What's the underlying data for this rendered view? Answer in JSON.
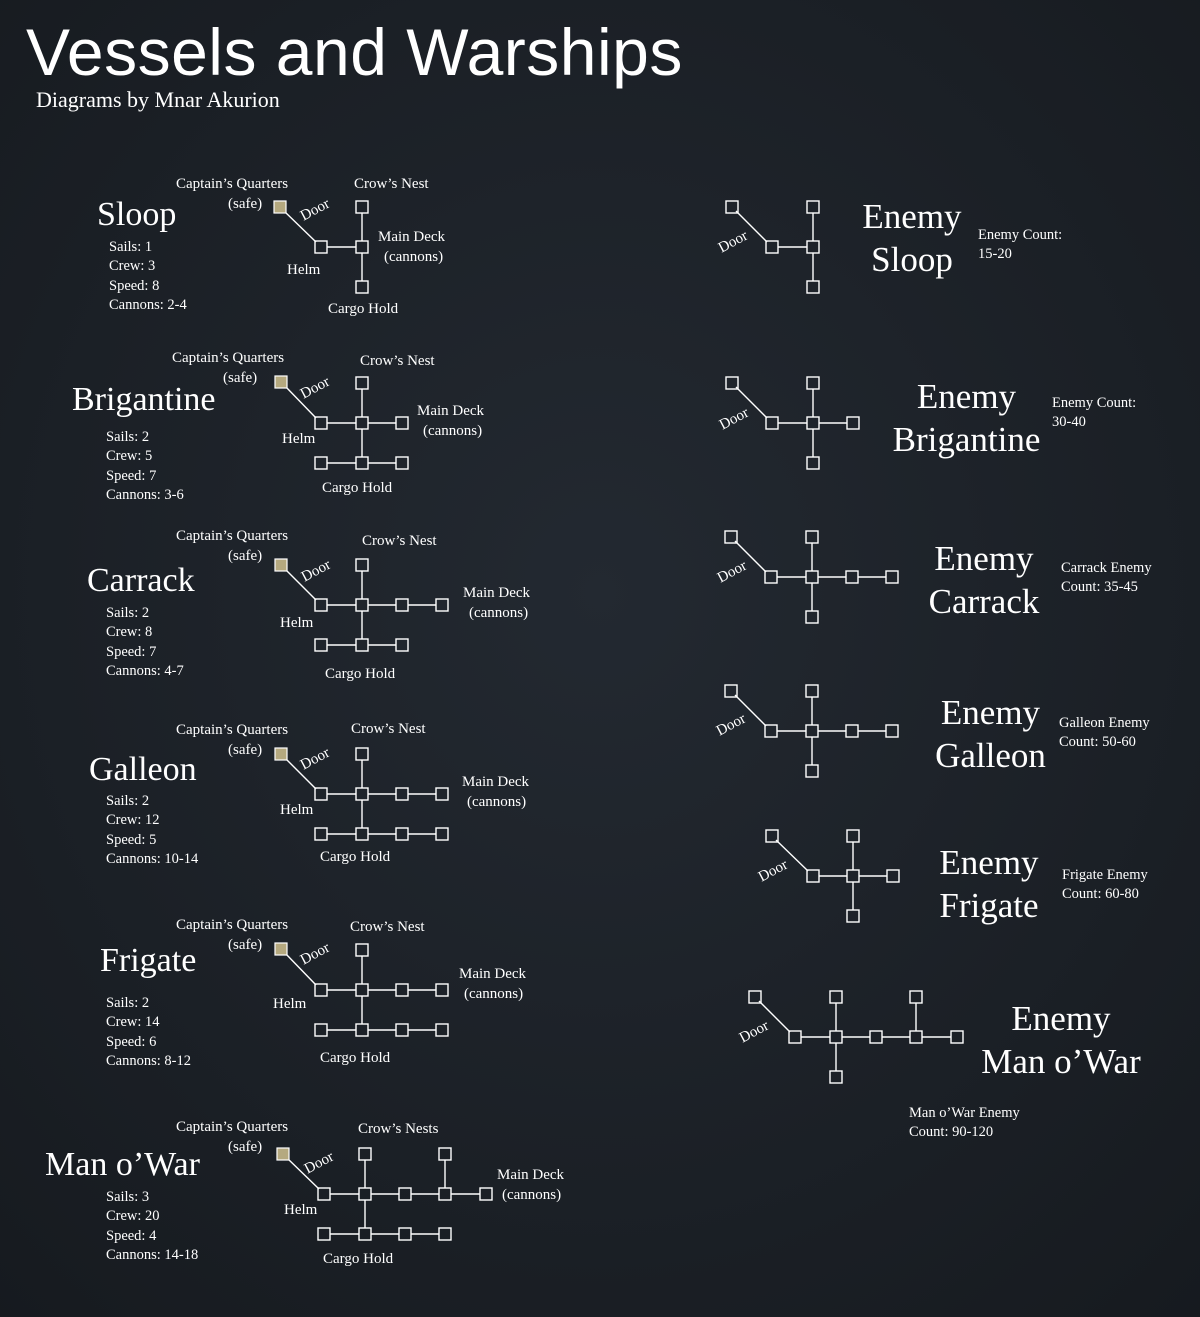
{
  "title": "Vessels and Warships",
  "subtitle": "Diagrams by Mnar Akurion",
  "labels": {
    "captains_quarters": "Captain’s Quarters",
    "safe": "(safe)",
    "door": "Door",
    "crows_nest": "Crow’s Nest",
    "crows_nests": "Crow’s Nests",
    "main_deck": "Main Deck",
    "cannons": "(cannons)",
    "helm": "Helm",
    "cargo_hold": "Cargo Hold"
  },
  "ships": [
    {
      "name": "Sloop",
      "stats": [
        "Sails: 1",
        "Crew: 3",
        "Speed: 8",
        "Cannons: 2-4"
      ]
    },
    {
      "name": "Brigantine",
      "stats": [
        "Sails: 2",
        "Crew: 5",
        "Speed: 7",
        "Cannons: 3-6"
      ]
    },
    {
      "name": "Carrack",
      "stats": [
        "Sails: 2",
        "Crew: 8",
        "Speed: 7",
        "Cannons: 4-7"
      ]
    },
    {
      "name": "Galleon",
      "stats": [
        "Sails: 2",
        "Crew: 12",
        "Speed: 5",
        "Cannons: 10-14"
      ]
    },
    {
      "name": "Frigate",
      "stats": [
        "Sails: 2",
        "Crew: 14",
        "Speed: 6",
        "Cannons: 8-12"
      ]
    },
    {
      "name": "Man o’War",
      "stats": [
        "Sails: 3",
        "Crew: 20",
        "Speed: 4",
        "Cannons: 14-18"
      ]
    }
  ],
  "enemies": [
    {
      "name_line1": "Enemy",
      "name_line2": "Sloop",
      "count_line1": "Enemy Count:",
      "count_line2": "15-20"
    },
    {
      "name_line1": "Enemy",
      "name_line2": "Brigantine",
      "count_line1": "Enemy Count:",
      "count_line2": "30-40"
    },
    {
      "name_line1": "Enemy",
      "name_line2": "Carrack",
      "count_line1": "Carrack Enemy",
      "count_line2": "Count: 35-45"
    },
    {
      "name_line1": "Enemy",
      "name_line2": "Galleon",
      "count_line1": "Galleon Enemy",
      "count_line2": "Count: 50-60"
    },
    {
      "name_line1": "Enemy",
      "name_line2": "Frigate",
      "count_line1": "Frigate Enemy",
      "count_line2": "Count: 60-80"
    },
    {
      "name_line1": "Enemy",
      "name_line2": "Man o’War",
      "count_line1": "Man o’War Enemy",
      "count_line2": "Count: 90-120"
    }
  ],
  "colors": {
    "background": "#1c2127",
    "text": "#ffffff",
    "safe_room": "#b5a97f"
  }
}
